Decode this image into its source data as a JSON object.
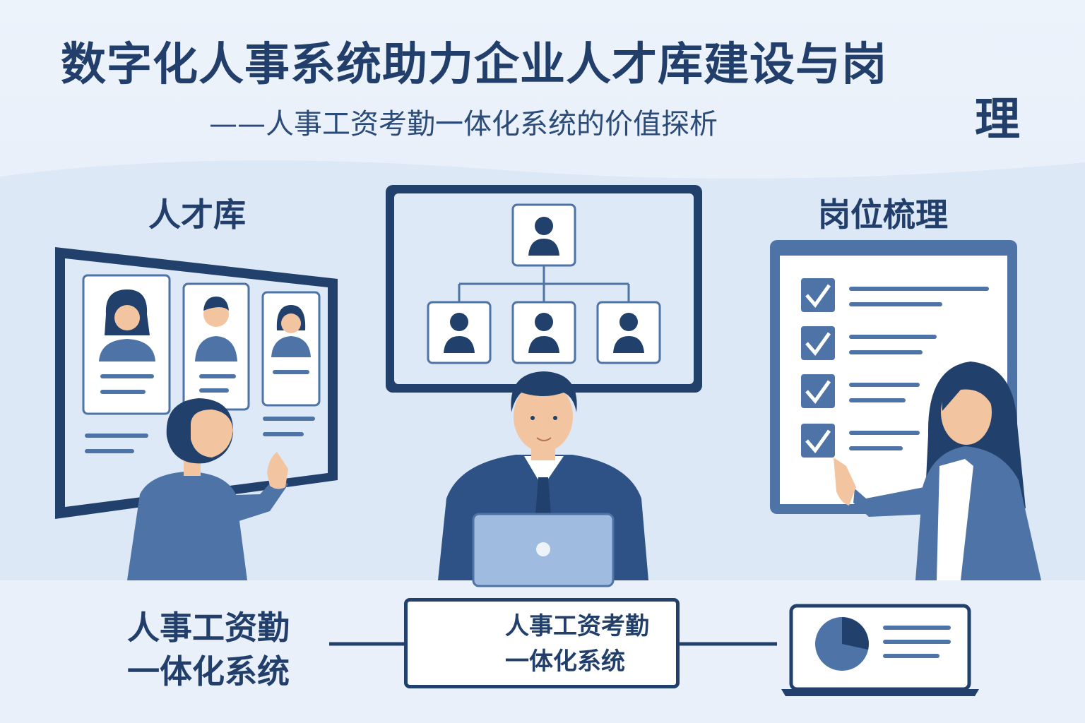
{
  "title": {
    "line1": "数字化人事系统助力企业人才库建设与岗",
    "line2": "理",
    "subtitle": "——人事工资考勤一体化系统的价值探析"
  },
  "panels": {
    "talent_pool_label": "人才库",
    "position_review_label": "岗位梳理"
  },
  "bottom": {
    "left_label_line1": "人事工资勤",
    "left_label_line2": "一体化系统",
    "system_box_line1": "人事工资考勤",
    "system_box_line2": "一体化系统"
  },
  "colors": {
    "navy": "#21406b",
    "mid_blue": "#4e73a6",
    "light_blue": "#a9c2e2",
    "background": "#e6eef8",
    "skin": "#f2c4a0"
  }
}
